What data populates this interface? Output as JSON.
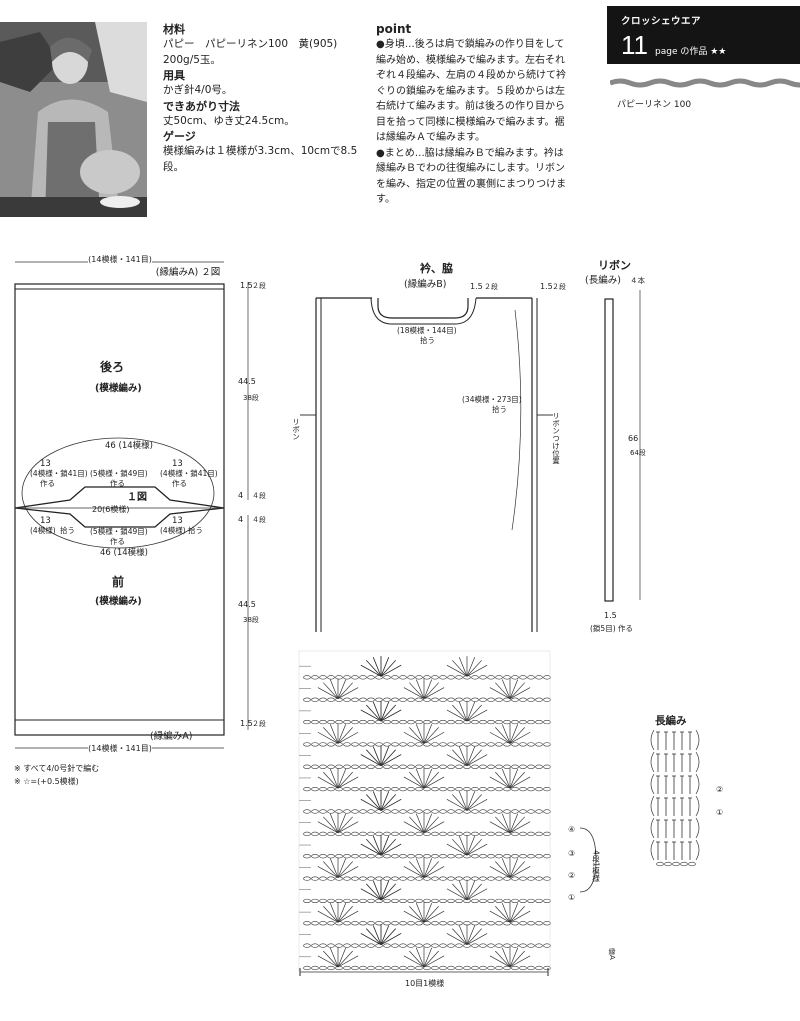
{
  "header": {
    "category": "クロッシェウエア",
    "number": "11",
    "page_label": "page の作品 ★★",
    "yarn_name": "パピーリネン 100"
  },
  "materials": {
    "heading": "材料",
    "line1": "パピー　パピーリネン100　黄(905)",
    "line2": "200g/5玉。",
    "tools_heading": "用具",
    "tools": "かぎ針4/0号。",
    "size_heading": "できあがり寸法",
    "size": "丈50cm、ゆき丈24.5cm。",
    "gauge_heading": "ゲージ",
    "gauge1": "模様編みは１模様が3.3cm、10cmで8.5",
    "gauge2": "段。"
  },
  "point": {
    "heading": "point",
    "lines": [
      "●身頃…後ろは肩で鎖編みの作り目をして",
      "編み始め、模様編みで編みます。左右それ",
      "ぞれ４段編み、左肩の４段めから続けて衿",
      "ぐりの鎖編みを編みます。５段めからは左",
      "右続けて編みます。前は後ろの作り目から",
      "目を拾って同様に模様編みで編みます。裾",
      "は縁編みＡで編みます。",
      "●まとめ…脇は縁編みＢで編みます。衿は",
      "縁編みＢでわの往復編みにします。リボン",
      "を編み、指定の位置の裏側にまつりつけま",
      "す。"
    ]
  },
  "body_diagram": {
    "top_width": "(14模様・141目)",
    "top_edge": "(縁編みA) ２図",
    "top_edge_dim": "1.5",
    "top_edge_rows": "２段",
    "back_title": "後ろ",
    "back_pattern": "(模様編み)",
    "back_height": "44.5",
    "back_rows": "38段",
    "width46_top": "46 (14模様)",
    "label13": "13",
    "side_pattern": "(4模様・鎖41目)",
    "side_make": "作る",
    "center_make": "(5模様・鎖49目)",
    "center_make_word": "作る",
    "fig1": "１図",
    "center_width": "20(6模様)",
    "label13b": "13",
    "side_pick": "(4模様)",
    "pick": "拾う",
    "center_pick": "(5模様・鎖49目)",
    "center_pick_word": "作る",
    "width46_bottom": "46 (14模様)",
    "shoulder_dim": "4",
    "shoulder_rows": "４段",
    "front_title": "前",
    "front_pattern": "(模様編み)",
    "front_height": "44.5",
    "front_rows": "38段",
    "bottom_edge": "(縁編みA)",
    "bottom_edge_dim": "1.5",
    "bottom_edge_rows": "２段",
    "bottom_width": "(14模様・141目)",
    "note1": "※ すべて4/0号針で編む",
    "note2": "※ ☆=(+0.5模様)"
  },
  "collar_diagram": {
    "title": "衿、脇",
    "collar_label": "(縁編みB)",
    "dim_left": "1.5",
    "rows_left": "２段",
    "dim_right": "1.5",
    "rows_right": "２段",
    "collar_pick": "(18模様・144目)",
    "collar_pick_word": "拾う",
    "side_pick": "(34模様・273目)",
    "side_pick_word": "拾う",
    "ribbon_left": "リボン",
    "ribbon_pos": "リボンつけ位置"
  },
  "ribbon_diagram": {
    "title": "リボン",
    "subtitle": "(長編み)",
    "count": "４本",
    "length": "66",
    "rows": "64段",
    "width": "1.5",
    "make": "(鎖5目) 作る"
  },
  "stitch_chart": {
    "bottom_label": "10目1模様",
    "repeat_label": "4段1模様",
    "row_marks": [
      "④",
      "③",
      "②",
      "①"
    ],
    "edge_label": "縁A"
  },
  "long_stitch": {
    "title": "長編み",
    "row_marks": [
      "②",
      "①"
    ]
  }
}
